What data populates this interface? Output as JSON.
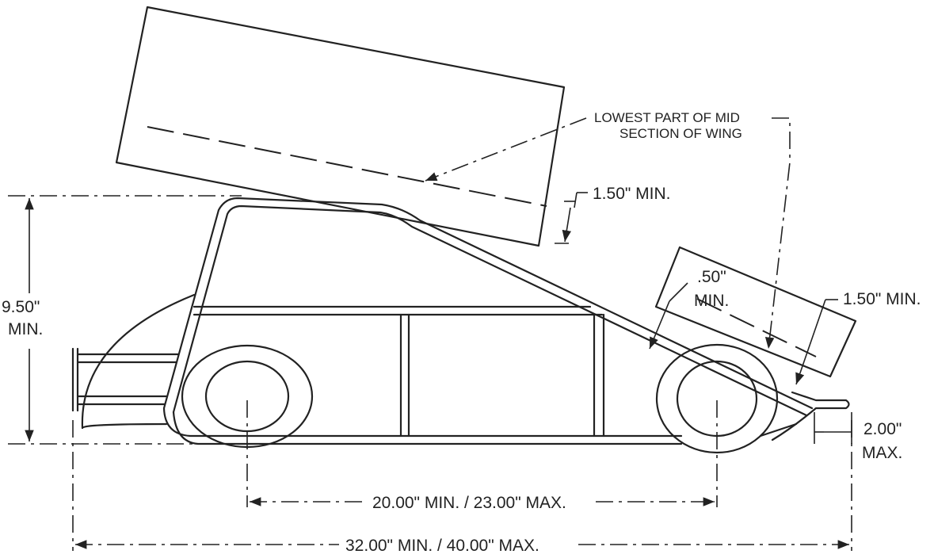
{
  "labels": {
    "wing_note_line1": "LOWEST PART OF MID",
    "wing_note_line2": "SECTION OF WING",
    "wing_gap": "1.50\" MIN.",
    "front_wing_gap_line1": ".50\"",
    "front_wing_gap_line2": "MIN.",
    "front_wing_clearance": "1.50\" MIN.",
    "height_line1": "9.50\"",
    "height_line2": "MIN.",
    "nose_line1": "2.00\"",
    "nose_line2": "MAX.",
    "wheelbase": "20.00\" MIN. / 23.00\" MAX.",
    "overall_length": "32.00\" MIN. / 40.00\" MAX."
  }
}
